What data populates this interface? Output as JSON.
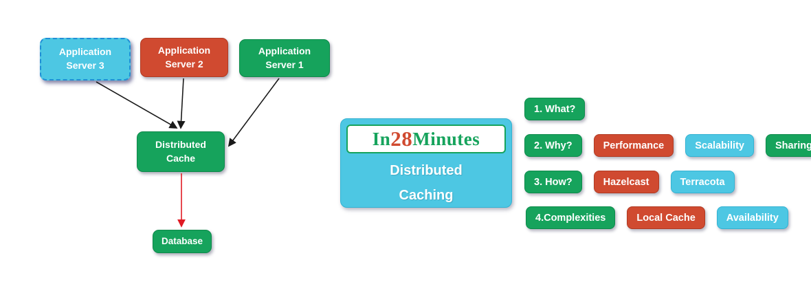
{
  "colors": {
    "green": "#16a35c",
    "red": "#d04a30",
    "cyan": "#4dc7e3",
    "arrow": "#1a1a1a",
    "red_arrow": "#e01b24"
  },
  "diagram": {
    "app_server_3": "Application Server 3",
    "app_server_2": "Application Server 2",
    "app_server_1": "Application Server 1",
    "distributed_cache": "Distributed Cache",
    "database": "Database"
  },
  "logo_card": {
    "brand_in": "In",
    "brand_28": "28",
    "brand_minutes": "Minutes",
    "title_line1": "Distributed",
    "title_line2": "Caching"
  },
  "topics": {
    "what": "1. What?",
    "why": "2. Why?",
    "performance": "Performance",
    "scalability": "Scalability",
    "sharing": "Sharing",
    "how": "3. How?",
    "hazelcast": "Hazelcast",
    "terracota": "Terracota",
    "complexities": "4.Complexities",
    "local_cache": "Local Cache",
    "availability": "Availability"
  }
}
